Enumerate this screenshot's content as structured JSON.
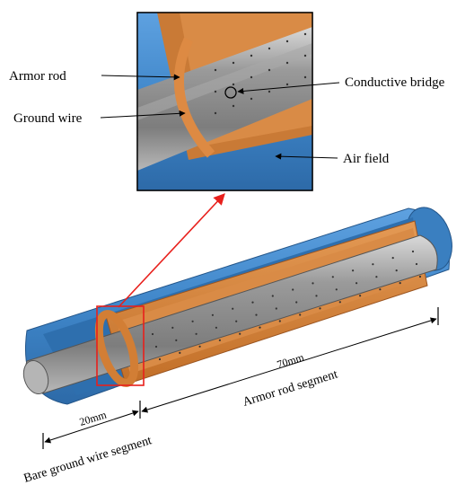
{
  "labels": {
    "armor_rod": "Armor rod",
    "ground_wire": "Ground wire",
    "conductive_bridge": "Conductive bridge",
    "air_field": "Air field"
  },
  "dimensions": {
    "bare_length": "20mm",
    "armor_length": "70mm"
  },
  "segments": {
    "armor_rod_segment": "Armor rod segment",
    "bare_ground_wire_segment": "Bare ground wire segment"
  },
  "colors": {
    "air_field": "#3f86c9",
    "armor_rod": "#d8843a",
    "ground_wire": "#8c8c8c",
    "pointer_arrow": "#e8201c"
  }
}
